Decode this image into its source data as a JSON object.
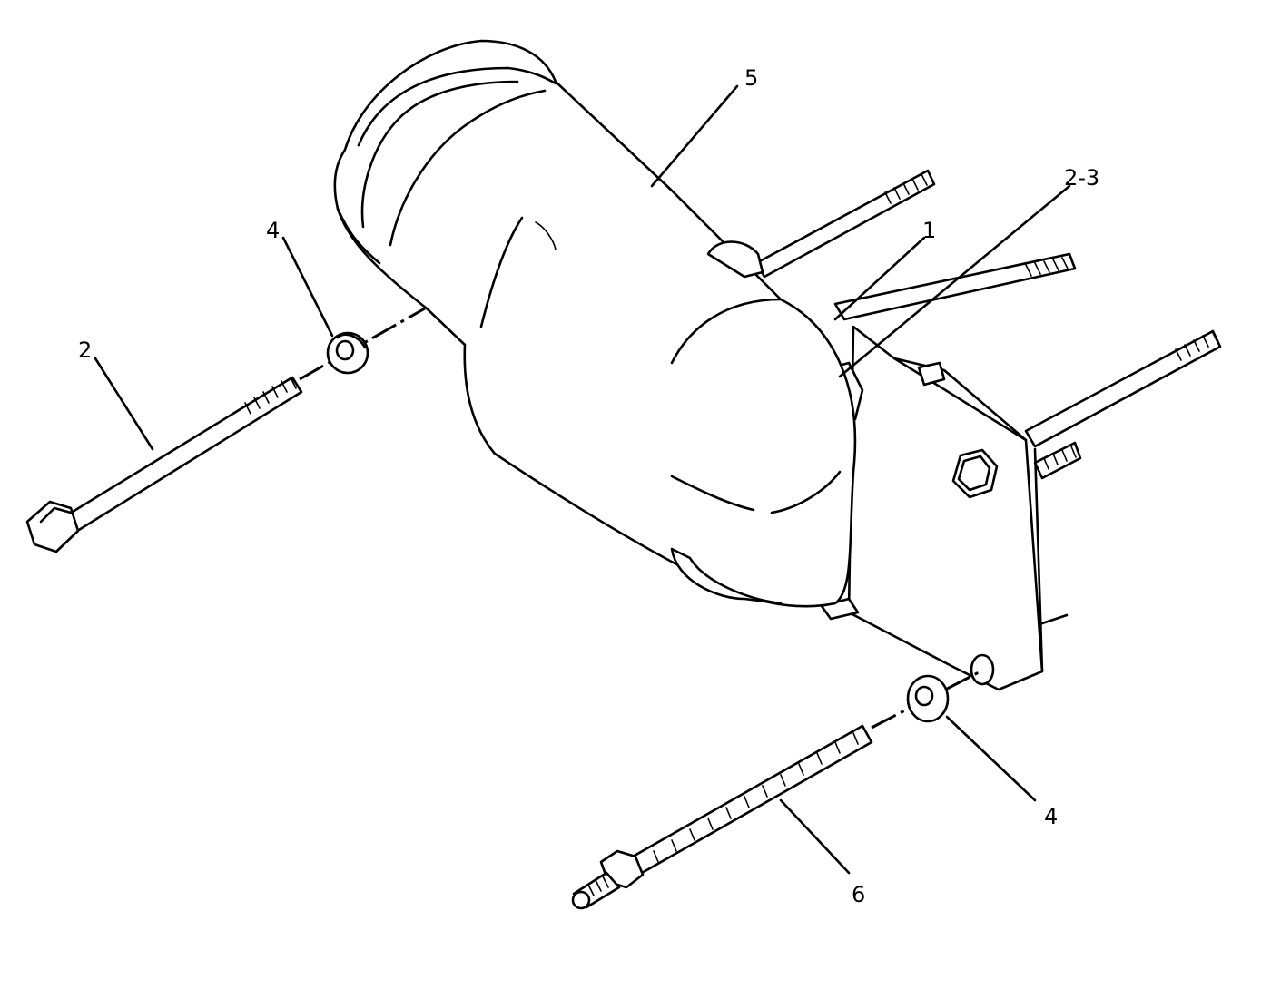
{
  "callouts": [
    {
      "id": "c5",
      "label": "5"
    },
    {
      "id": "c23",
      "label": "2-3"
    },
    {
      "id": "c1",
      "label": "1"
    },
    {
      "id": "c4a",
      "label": "4"
    },
    {
      "id": "c2",
      "label": "2"
    },
    {
      "id": "c4b",
      "label": "4"
    },
    {
      "id": "c6",
      "label": "6"
    }
  ]
}
